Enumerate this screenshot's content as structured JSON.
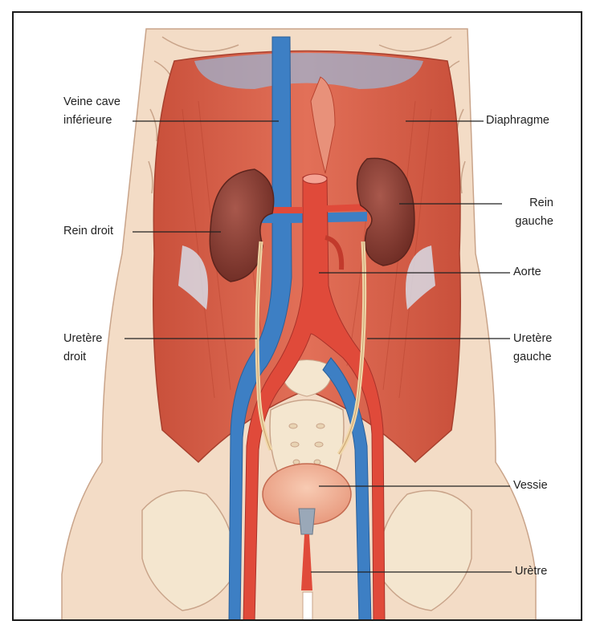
{
  "labels": {
    "veine_cave": "Veine cave\ninférieure",
    "diaphragme": "Diaphragme",
    "rein_droit": "Rein droit",
    "rein_gauche": "Rein\ngauche",
    "aorte": "Aorte",
    "uretere_droit": "Uretère\ndroit",
    "uretere_gauche": "Uretère\ngauche",
    "vessie": "Vessie",
    "uretre": "Urètre"
  },
  "colors": {
    "skin": "#f3dcc6",
    "skin_edge": "#c9a48a",
    "muscle": "#d9614a",
    "muscle_dark": "#b8432f",
    "muscle_light": "#ee9a80",
    "vein": "#3d7fc4",
    "vein_light": "#7fb0dd",
    "artery": "#e04a3a",
    "kidney": "#8a3d33",
    "bone": "#f4e6cf",
    "bladder": "#f3b59a",
    "leader": "#222222"
  }
}
